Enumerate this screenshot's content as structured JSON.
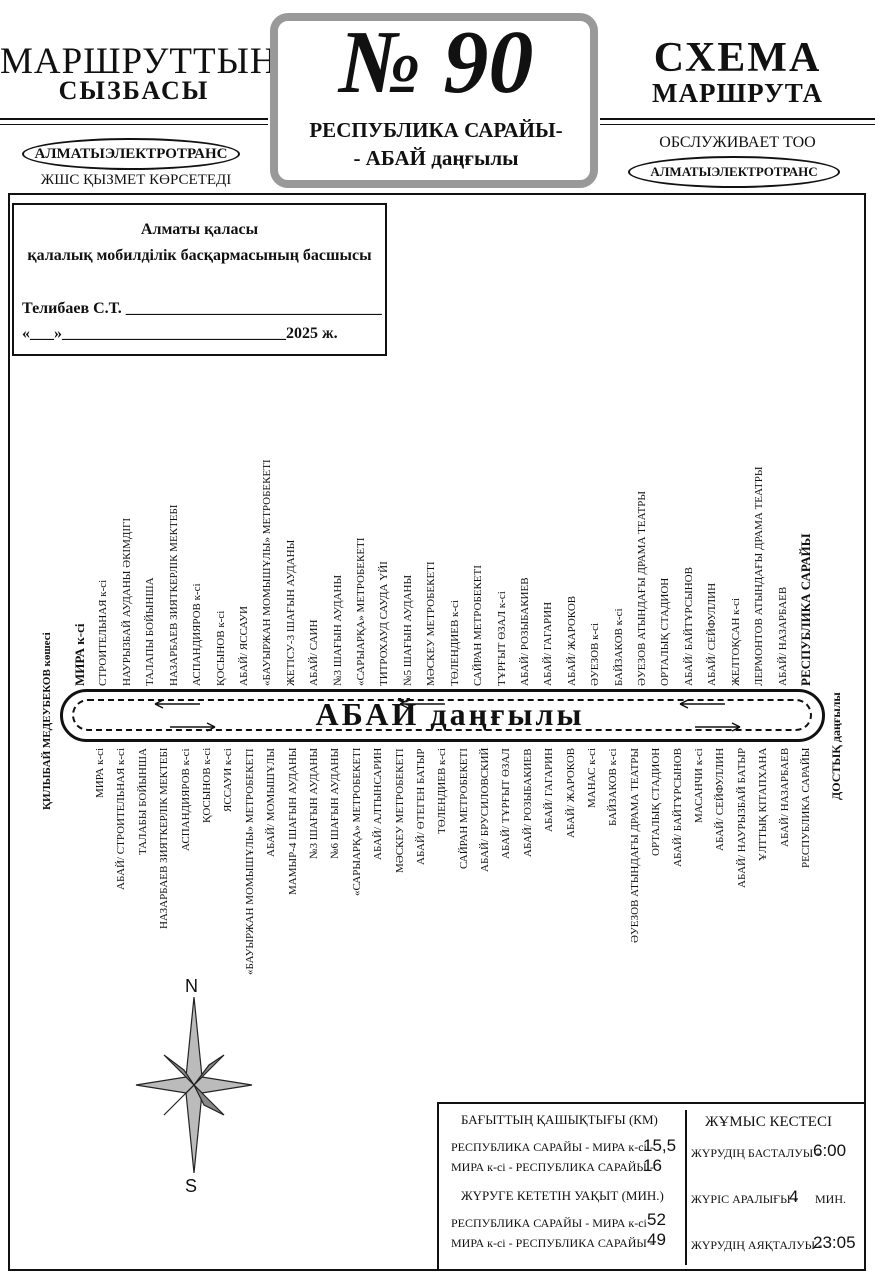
{
  "header": {
    "left_line1": "МАРШРУТТЫҢ",
    "left_line2": "СЫЗБАСЫ",
    "right_line1": "СХЕМА",
    "right_line2": "МАРШРУТА",
    "route_number": "№ 90",
    "route_name_line1": "РЕСПУБЛИКА САРАЙЫ-",
    "route_name_line2": "- АБАЙ даңғылы",
    "operator_kz": "АЛМАТЫЭЛЕКТРОТРАНС",
    "operator_kz_sub": "ЖШС  ҚЫЗМЕТ КӨРСЕТЕДІ",
    "operator_ru_pre": "ОБСЛУЖИВАЕТ  ТОО",
    "operator_ru": "АЛМАТЫЭЛЕКТРОТРАНС"
  },
  "approval": {
    "line1": "Алматы қаласы",
    "line2": "қалалық мобилділік басқармасының басшысы",
    "name": "Телибаев С.Т. ________________________________",
    "date": "«___»____________________________2025 ж."
  },
  "map": {
    "road_title": "АБАЙ даңғылы",
    "left_street": "ҚИЛЫБАЙ МЕДЕУБЕКОВ көшесі",
    "right_street": "ДОСТЫҚ даңғылы",
    "compass_n": "N",
    "compass_s": "S",
    "top_stops": [
      "МИРА к-сі",
      "СТРОИТЕЛЬНАЯ к-сі",
      "НАУРЫЗБАЙ АУДАНЫ ӘКІМДІГІ",
      "ТАЛАПЫ БОЙЫНША",
      "НАЗАРБАЕВ ЗИЯТКЕРЛІК МЕКТЕБІ",
      "АСПАНДИЯРОВ к-сі",
      "ҚОСЫНОВ к-сі",
      "АБАЙ/ ЯССАУИ",
      "«БАУЫРЖАН  МОМЫШҰЛЫ» МЕТРОБЕКЕТІ",
      "ЖЕТІСУ-3 ШАҒЫН АУДАНЫ",
      "АБАЙ/ САИН",
      "№3 ШАҒЫН АУДАНЫ",
      "«САРЫАРҚА» МЕТРОБЕКЕТІ",
      "ТИТРОХАУД САУДА ҮЙІ",
      "№5 ШАҒЫН АУДАНЫ",
      "МӘСКЕУ МЕТРОБЕКЕТІ",
      "ТӨЛЕНДИЕВ к-сі",
      "САЙРАН МЕТРОБЕКЕТІ",
      "ТҰРҒЫТ ӨЗАЛ к-сі",
      "АБАЙ/ РОЗЫБАКИЕВ",
      "АБАЙ/ ГАГАРИН",
      "АБАЙ/ ЖАРОКОВ",
      "ӘУЕЗОВ к-сі",
      "БАЙЗАКОВ к-сі",
      "ӘУЕЗОВ АТЫНДАҒЫ ДРАМА ТЕАТРЫ",
      "ОРТАЛЫҚ СТАДИОН",
      "АБАЙ/ БАЙТҰРСЫНОВ",
      "АБАЙ/ СЕЙФУЛЛИН",
      "ЖЕЛТОҚСАН к-сі",
      "ЛЕРМОНТОВ АТЫНДАҒЫ ДРАМА ТЕАТРЫ",
      "АБАЙ/ НАЗАРБАЕВ",
      "РЕСПУБЛИКА САРАЙЫ"
    ],
    "bottom_stops": [
      "МИРА к-сі",
      "АБАЙ/ СТРОИТЕЛЬНАЯ к-сі",
      "ТАЛАБЫ БОЙЫНША",
      "НАЗАРБАЕВ ЗИЯТКЕРЛІК МЕКТЕБІ",
      "АСПАНДИЯРОВ к-сі",
      "ҚОСЫНОВ к-сі",
      "ЯССАУИ к-сі",
      "«БАУЫРЖАН  МОМЫШҰЛЫ» МЕТРОБЕКЕТІ",
      "АБАЙ/ МОМЫШҰЛЫ",
      "МАМЫР-4 ШАҒЫН АУДАНЫ",
      "№3 ШАҒЫН АУДАНЫ",
      "№6 ШАҒЫН АУДАНЫ",
      "«САРЫАРҚА» МЕТРОБЕКЕТІ",
      "АБАЙ/ АЛТЫНСАРИН",
      "МӘСКЕУ МЕТРОБЕКЕТІ",
      "АБАЙ/ ӨТЕГЕН БАТЫР",
      "ТӨЛЕНДИЕВ к-сі",
      "САЙРАН МЕТРОБЕКЕТІ",
      "АБАЙ/ БРУСИЛОВСКИЙ",
      "АБАЙ/ ТҰРҒЫТ ӨЗАЛ",
      "АБАЙ/ РОЗЫБАКИЕВ",
      "АБАЙ/ ГАГАРИН",
      "АБАЙ/ ЖАРОКОВ",
      "МАНАС к-сі",
      "БАЙЗАКОВ к-сі",
      "ӘУЕЗОВ АТЫНДАҒЫ ДРАМА ТЕАТРЫ",
      "ОРТАЛЫҚ СТАДИОН",
      "АБАЙ/ БАЙТҰРСЫНОВ",
      "МАСАНЧИ к-сі",
      "АБАЙ/ СЕЙФУЛЛИН",
      "АБАЙ/ НАУРЫЗБАЙ БАТЫР",
      "ҰЛТТЫҚ КІТАПХАНА",
      "АБАЙ/ НАЗАРБАЕВ",
      "РЕСПУБЛИКА САРАЙЫ"
    ]
  },
  "info": {
    "distance_title": "БАҒЫТТЫҢ ҚАШЫҚТЫҒЫ (КМ)",
    "dist1_label": "РЕСПУБЛИКА САРАЙЫ - МИРА к-сі -",
    "dist1_value": "15,5",
    "dist2_label": "МИРА к-сі - РЕСПУБЛИКА САРАЙЫ -",
    "dist2_value": "16",
    "time_title": "ЖҮРУГЕ КЕТЕТІН УАҚЫТ (МИН.)",
    "time1_label": "РЕСПУБЛИКА САРАЙЫ - МИРА к-сі -",
    "time1_value": "52",
    "time2_label": "МИРА к-сі - РЕСПУБЛИКА САРАЙЫ -",
    "time2_value": "49",
    "schedule_title": "ЖҰМЫС КЕСТЕСІ",
    "start_label": "ЖҮРУДІҢ БАСТАЛУЫ -",
    "start_value": "6:00",
    "interval_label": "ЖҮРІС АРАЛЫҒЫ -",
    "interval_value": "4",
    "interval_unit": "МИН.",
    "end_label": "ЖҮРУДІҢ АЯҚТАЛУЫ -",
    "end_value": "23:05"
  }
}
